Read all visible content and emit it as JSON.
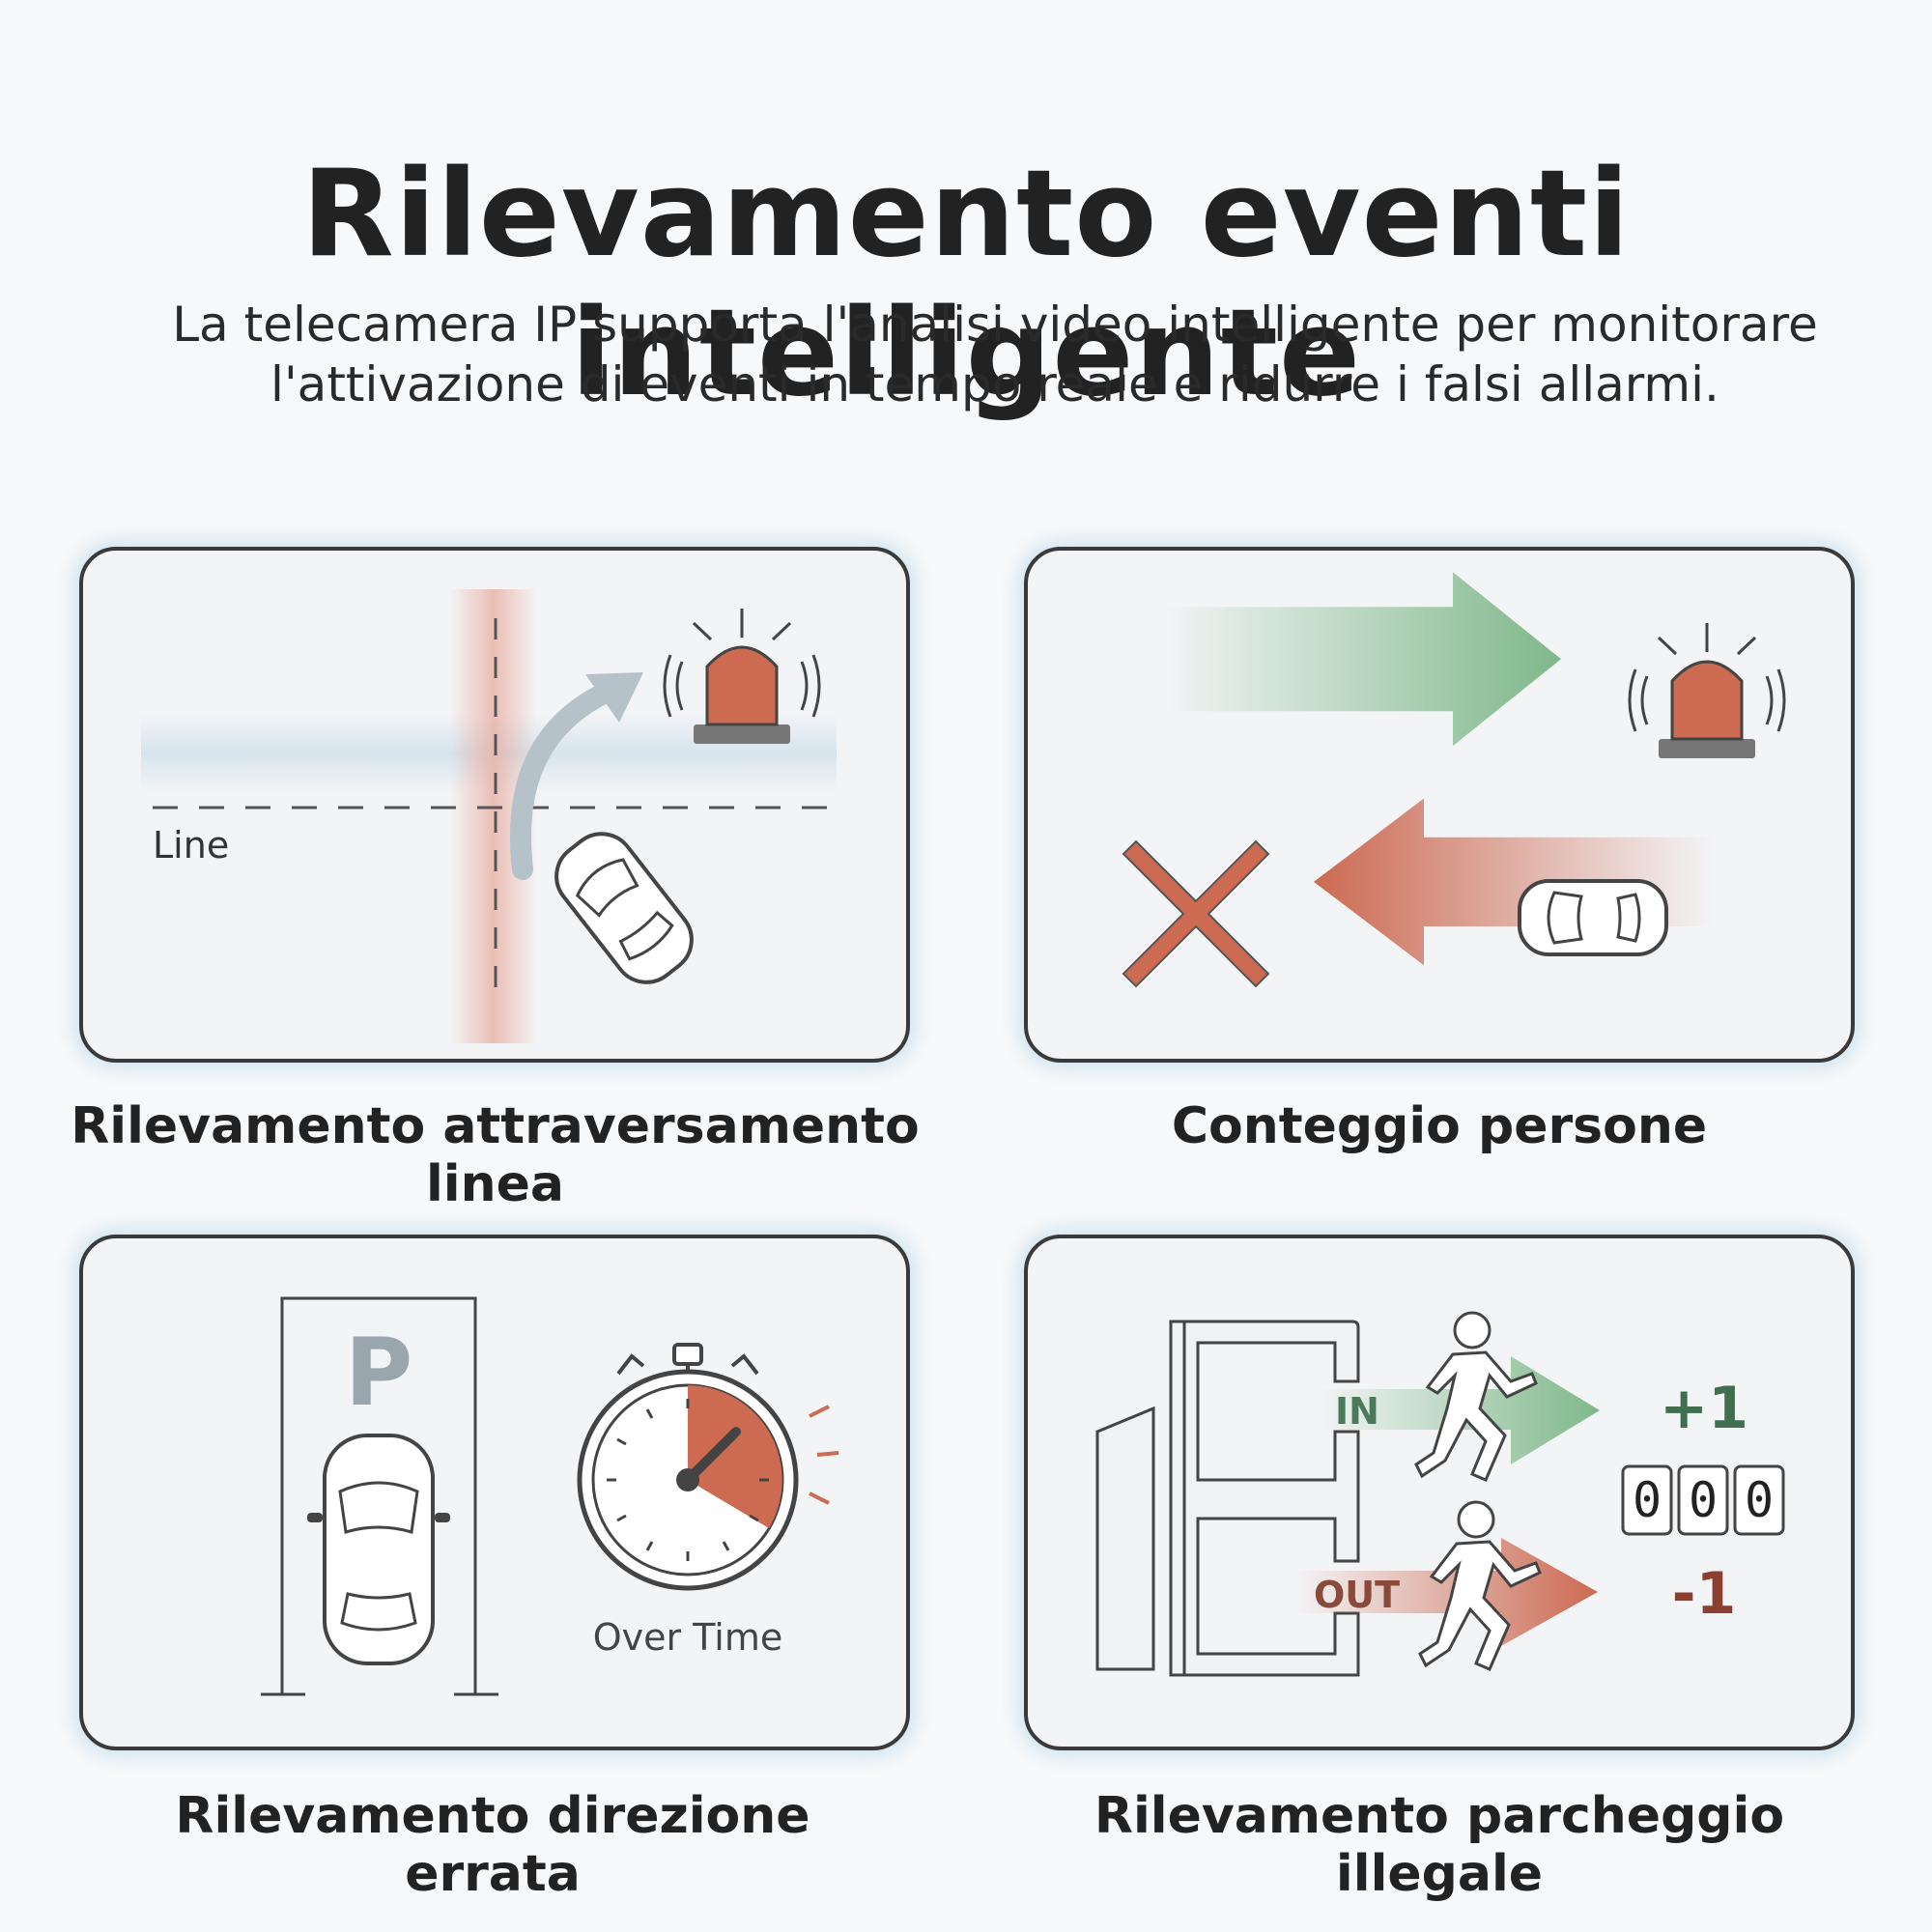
{
  "header": {
    "title": "Rilevamento eventi intelligente",
    "subtitle_line1": "La telecamera IP supporta l'analisi video intelligente per monitorare",
    "subtitle_line2": "l'attivazione di eventi in tempo reale e ridurre i falsi allarmi."
  },
  "panels": {
    "line_crossing": {
      "caption": "Rilevamento attraversamento linea",
      "line_label": "Line"
    },
    "people_counting": {
      "caption": "Conteggio persone"
    },
    "wrong_direction": {
      "caption": "Rilevamento direzione errata",
      "parking_sign": "P",
      "timer_label": "Over Time"
    },
    "illegal_parking": {
      "caption": "Rilevamento parcheggio illegale",
      "in_label": "IN",
      "out_label": "OUT",
      "plus": "+1",
      "minus": "-1",
      "counter_digits": [
        "0",
        "0",
        "0"
      ]
    }
  },
  "colors": {
    "alarm_red": "#cc6a52",
    "ok_green": "#7fb88a",
    "outline": "#3a3a3a"
  }
}
